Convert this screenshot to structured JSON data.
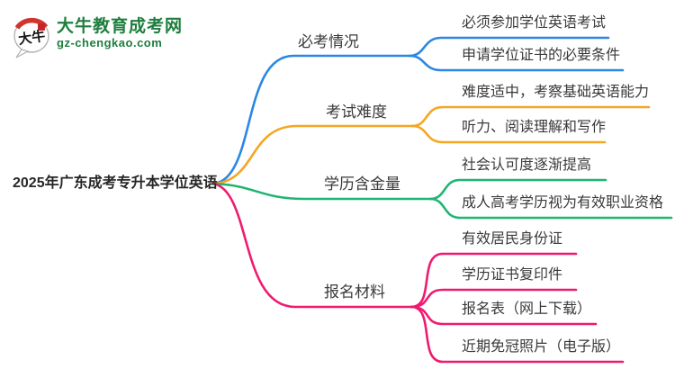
{
  "logo": {
    "icon": "daniu-speech-bubble-logo",
    "icon_text": "大牛",
    "title": "大牛教育成考网",
    "subtitle": "gz-chengkao.com",
    "brand_green": "#1e7e3e",
    "seal_red": "#c3272b"
  },
  "root": {
    "label": "2025年广东成考专升本学位英语"
  },
  "branches": [
    {
      "label": "必考情况",
      "color": "#2B87E3",
      "children": [
        "必须参加学位英语考试",
        "申请学位证书的必要条件"
      ]
    },
    {
      "label": "考试难度",
      "color": "#F5A623",
      "children": [
        "难度适中，考察基础英语能力",
        "听力、阅读理解和写作"
      ]
    },
    {
      "label": "学历含金量",
      "color": "#21B573",
      "children": [
        "社会认可度逐渐提高",
        "成人高考学历视为有效职业资格"
      ]
    },
    {
      "label": "报名材料",
      "color": "#EF1A6F",
      "children": [
        "有效居民身份证",
        "学历证书复印件",
        "报名表（网上下载）",
        "近期免冠照片（电子版）"
      ]
    }
  ]
}
